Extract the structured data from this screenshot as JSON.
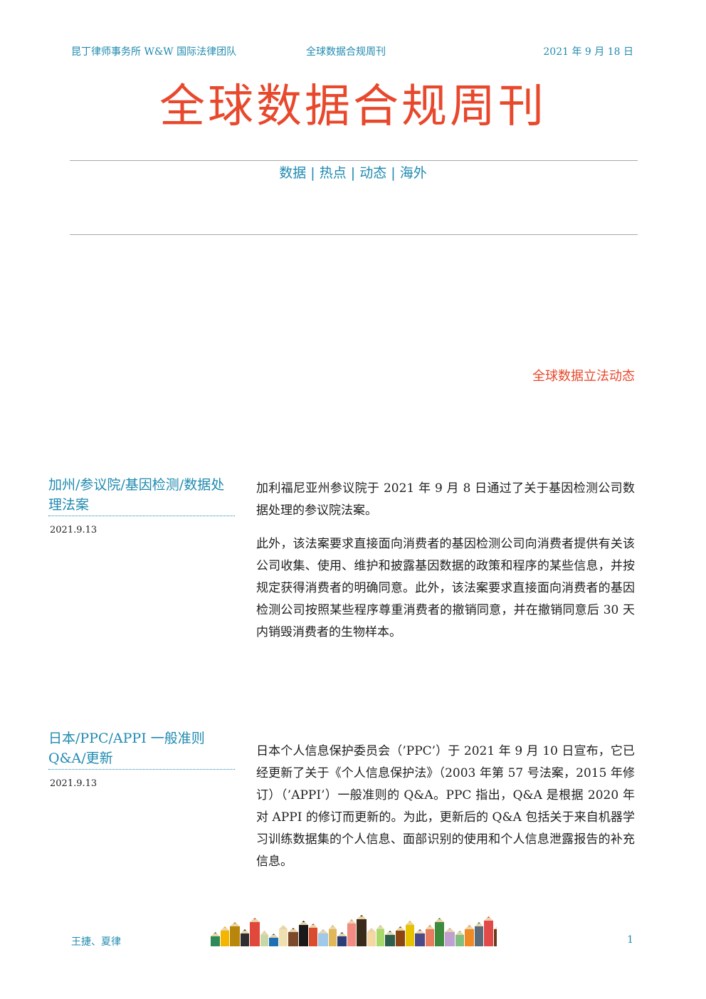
{
  "header": {
    "firm": "昆丁律师事务所 W&W 国际法律团队",
    "center": "全球数据合规周刊",
    "date": "2021 年 9 月 18 日"
  },
  "masthead": {
    "title": "全球数据合规周刊",
    "tagline": "数据 | 热点 | 动态 | 海外"
  },
  "section": {
    "title": "全球数据立法动态"
  },
  "articles": [
    {
      "title": "加州/参议院/基因检测/数据处理法案",
      "date": "2021.9.13",
      "paragraphs": [
        "加利福尼亚州参议院于 2021 年 9 月 8 日通过了关于基因检测公司数据处理的参议院法案。",
        "此外，该法案要求直接面向消费者的基因检测公司向消费者提供有关该公司收集、使用、维护和披露基因数据的政策和程序的某些信息，并按规定获得消费者的明确同意。此外，该法案要求直接面向消费者的基因检测公司按照某些程序尊重消费者的撤销同意，并在撤销同意后 30 天内销毁消费者的生物样本。"
      ]
    },
    {
      "title": "日本/PPC/APPI 一般准则 Q&A/更新",
      "date": "2021.9.13",
      "paragraphs": [
        "日本个人信息保护委员会（’PPC’）于 2021 年 9 月 10 日宣布，它已经更新了关于《个人信息保护法》（2003 年第 57 号法案，2015 年修订）（’APPI’）一般准则的 Q&A。PPC 指出，Q&A 是根据 2020 年对 APPI 的修订而更新的。为此，更新后的 Q&A 包括关于来自机器学习训练数据集的个人信息、面部识别的使用和个人信息泄露报告的补充信息。"
      ]
    }
  ],
  "footer": {
    "authors": "王捷、夏律",
    "page_number": "1"
  },
  "colors": {
    "accent_red": "#e8482c",
    "accent_blue": "#1f8ab0",
    "pencils": [
      "#2e8b57",
      "#f4b400",
      "#b8860b",
      "#2f2f2f",
      "#e0483c",
      "#c7d8a6",
      "#1f6fb5",
      "#f0e0b0",
      "#7a4a2a",
      "#1a1a1a",
      "#d94c2e",
      "#9ec9e8",
      "#e0b85a",
      "#2a3f7a",
      "#f28b82",
      "#3a2a1a",
      "#f5d7a3",
      "#a6d96a",
      "#2e5e4e",
      "#8b4513",
      "#e6c200",
      "#4a4a8a",
      "#e87a5e",
      "#3d8b3d",
      "#c0a0d0",
      "#7fbf7f",
      "#f08a24",
      "#5b6b7b",
      "#e24a4a",
      "#6b3a1a"
    ]
  }
}
